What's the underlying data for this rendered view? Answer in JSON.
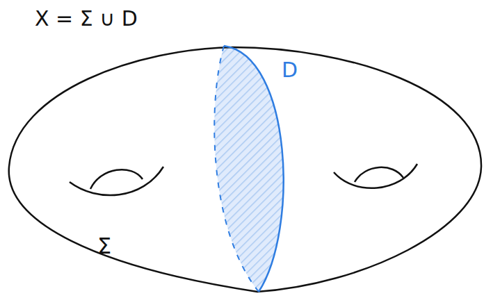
{
  "diagram": {
    "title": "X = Σ ∪ D",
    "labels": [
      "D",
      "Σ"
    ]
  }
}
